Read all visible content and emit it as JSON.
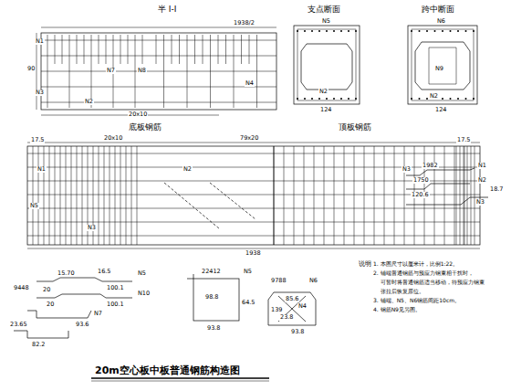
{
  "diagram": {
    "title": "20m空心板中板普通钢筋构造图",
    "labels": [
      "半 I-I",
      "1938/2",
      "N1",
      "N3",
      "N2",
      "N7",
      "N8",
      "N4",
      "20x10",
      "90",
      "支点断面",
      "跨中断面",
      "N5",
      "N2",
      "N6",
      "N9",
      "N2",
      "124",
      "124",
      "底板钢筋",
      "顶板钢筋",
      "20x10",
      "79x20",
      "17.5",
      "N1",
      "N5",
      "N3",
      "N2",
      "N3",
      "1938",
      "17.5",
      "1982",
      "N1",
      "1750",
      "N2",
      "120.6",
      "N3",
      "18.7",
      "说明：",
      "1. 本图尺寸以厘米计，比例1:22。",
      "2. 铺端普通钢筋与预应力钢束相干扰时，",
      "可暂时将普通钢筋适当移动，待预应力钢束",
      "张拉后恢复原位。",
      "3. 铺端、N5、N6钢筋间距10cm。",
      "4. 钢筋N9见另图。",
      "15.70",
      "16.5",
      "N5",
      "100.1",
      "9448",
      "20",
      "N10",
      "20",
      "100.1",
      "23.65",
      "93.6",
      "82.2",
      "N7",
      "22412",
      "N5",
      "98.8",
      "64.5",
      "93.8",
      "9788",
      "N6",
      "85.6",
      "139",
      "N4",
      "23.8",
      "93.8"
    ]
  }
}
